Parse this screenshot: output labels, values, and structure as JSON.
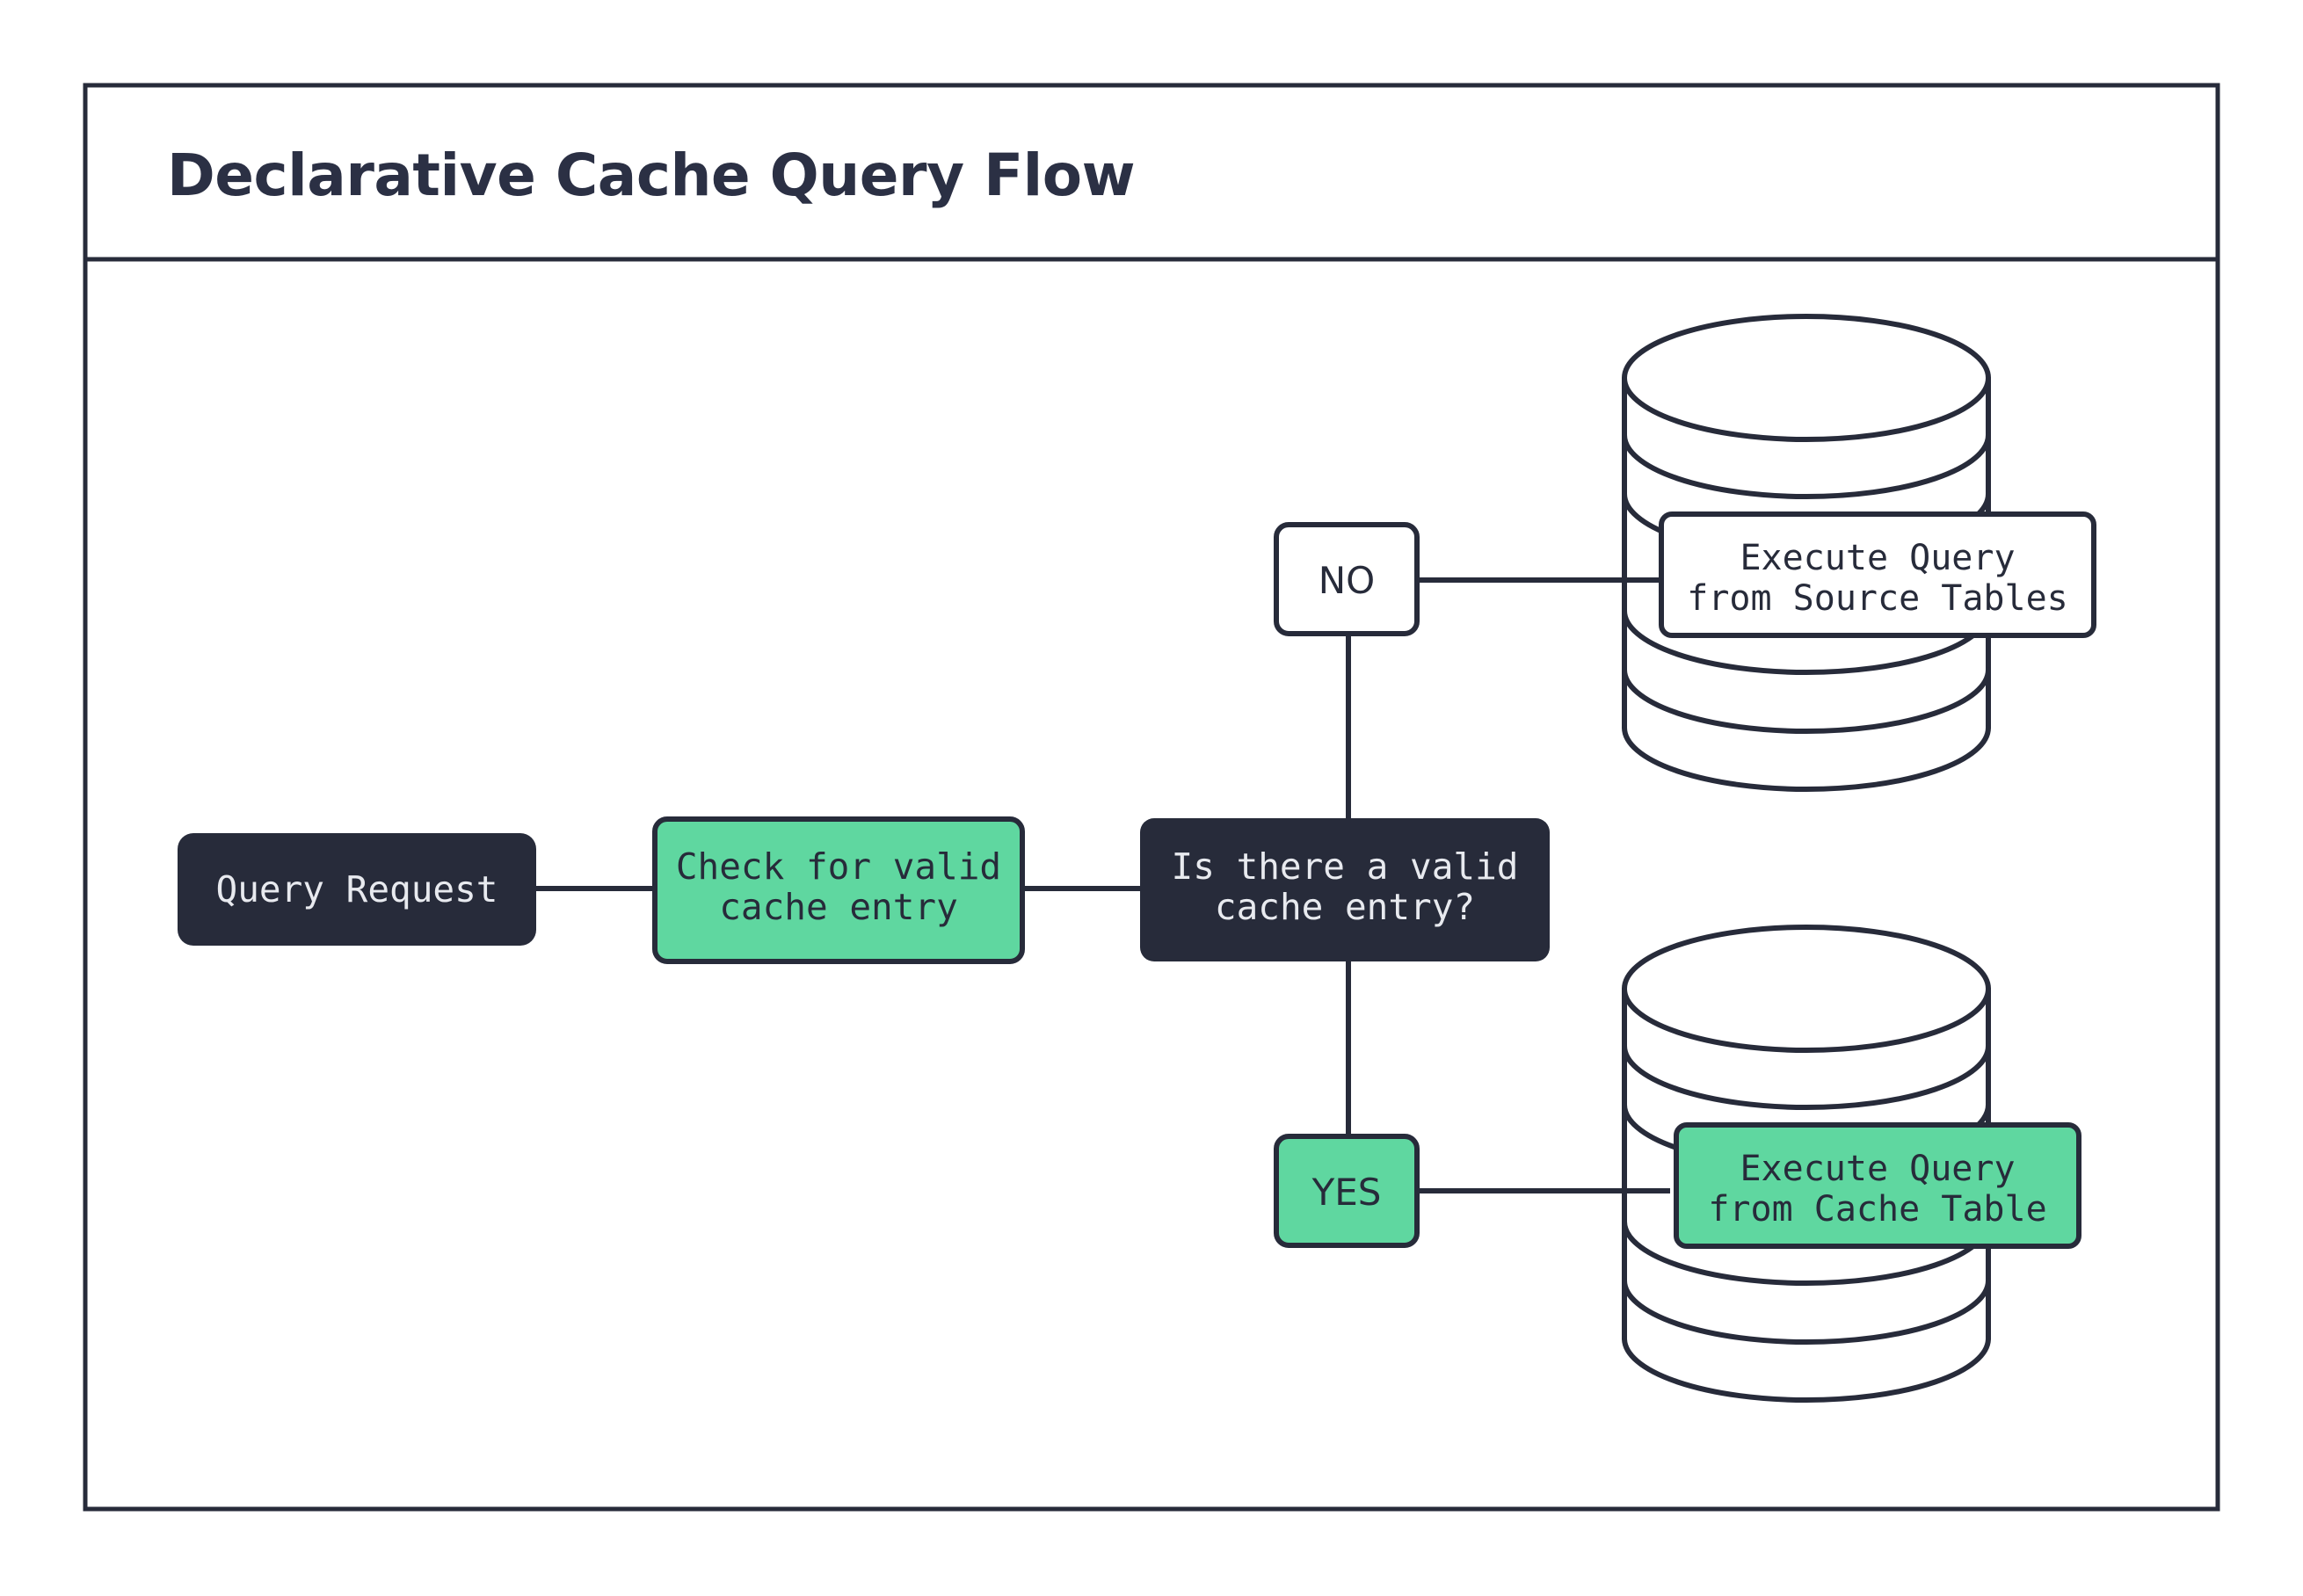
{
  "header": {
    "title": "Declarative Cache Query Flow"
  },
  "colors": {
    "dark_navy": "#272B3A",
    "accent_green": "#5FD7A0",
    "background": "#FFFFFF",
    "text_light": "#E8EAEF"
  },
  "flow": {
    "nodes": [
      {
        "id": "query-request",
        "label": "Query Request",
        "style": "dark"
      },
      {
        "id": "check-cache",
        "label_line1": "Check for valid",
        "label_line2": "cache entry",
        "style": "green"
      },
      {
        "id": "decision",
        "label_line1": "Is there a valid",
        "label_line2": "cache entry?",
        "style": "dark"
      },
      {
        "id": "execute-source",
        "label_line1": "Execute Query",
        "label_line2": "from Source Tables",
        "style": "white"
      },
      {
        "id": "execute-cache",
        "label_line1": "Execute Query",
        "label_line2": "from Cache Table",
        "style": "green"
      }
    ],
    "branches": [
      {
        "id": "branch-no",
        "label": "NO",
        "style": "white"
      },
      {
        "id": "branch-yes",
        "label": "YES",
        "style": "green"
      }
    ],
    "databases": [
      {
        "id": "source-database",
        "contains": "execute-source"
      },
      {
        "id": "cache-database",
        "contains": "execute-cache"
      }
    ]
  }
}
